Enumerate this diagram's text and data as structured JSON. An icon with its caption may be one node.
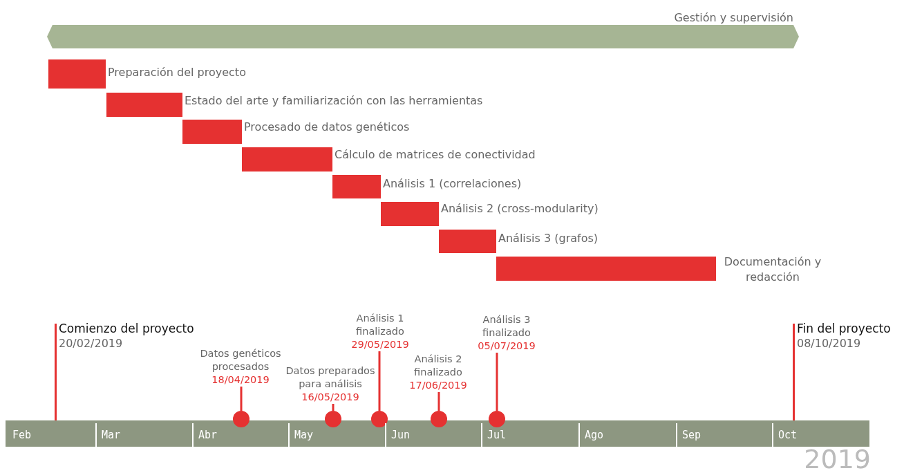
{
  "diagram": {
    "nodes": [
      {
        "text": [
          "Gestión y supervisión"
        ]
      },
      {
        "text": [],
        "shape": "bar",
        "beside": [
          "Preparación del proyecto"
        ]
      },
      {
        "text": [],
        "shape": "bar",
        "beside": [
          "Estado del arte y familiarización con las herramientas"
        ]
      },
      {
        "text": [],
        "shape": "bar",
        "beside": [
          "Procesado de datos genéticos"
        ]
      },
      {
        "text": [],
        "shape": "bar",
        "beside": [
          "Cálculo de matrices de conectividad"
        ]
      },
      {
        "text": [],
        "shape": "bar",
        "beside": [
          "Análisis 1 (correlaciones)"
        ]
      },
      {
        "text": [],
        "shape": "bar",
        "beside": [
          "Análisis 2 (cross-modularity)"
        ]
      },
      {
        "text": [],
        "shape": "bar",
        "beside": [
          "Análisis 3 (grafos)"
        ]
      },
      {
        "text": [],
        "shape": "bar",
        "beside": [
          "Documentación y redacción"
        ]
      },
      {
        "text": [
          "Comienzo del proyecto",
          "20/02/2019"
        ]
      },
      {
        "text": [
          "Datos genéticos procesados",
          "18/04/2019"
        ]
      },
      {
        "text": [
          "Datos preparados para análisis",
          "16/05/2019"
        ]
      },
      {
        "text": [
          "Análisis 1 finalizado",
          "29/05/2019"
        ]
      },
      {
        "text": [
          "Análisis 2 finalizado",
          "17/06/2019"
        ]
      },
      {
        "text": [
          "Análisis 3 finalizado",
          "05/07/2019"
        ]
      },
      {
        "text": [
          "Fin del proyecto",
          "08/10/2019"
        ]
      },
      {
        "text": [],
        "shape": "circle"
      },
      {
        "text": [],
        "shape": "circle"
      },
      {
        "text": [],
        "shape": "circle"
      },
      {
        "text": [],
        "shape": "circle"
      },
      {
        "text": [],
        "shape": "circle"
      },
      {
        "text": [],
        "shape": "bar",
        "beside": [
          "2019"
        ]
      }
    ],
    "edges": [
      {
        "from": 9,
        "to": 21,
        "arrow": "none"
      },
      {
        "from": 10,
        "to": 16,
        "arrow": "none"
      },
      {
        "from": 11,
        "to": 17,
        "arrow": "none"
      },
      {
        "from": 12,
        "to": 18,
        "arrow": "none"
      },
      {
        "from": 13,
        "to": 19,
        "arrow": "none"
      },
      {
        "from": 14,
        "to": 20,
        "arrow": "none"
      },
      {
        "from": 15,
        "to": 21,
        "arrow": "none"
      }
    ],
    "labels": [
      "Feb",
      "Mar",
      "Abr",
      "May",
      "Jun",
      "Jul",
      "Ago",
      "Sep",
      "Oct"
    ]
  }
}
